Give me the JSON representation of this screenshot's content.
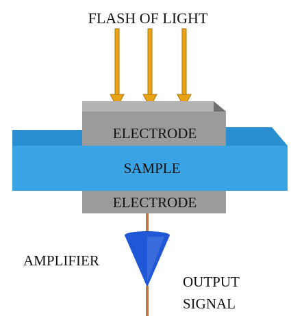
{
  "diagram": {
    "title": "FLASH OF LIGHT",
    "top_electrode_label": "ELECTRODE",
    "sample_label": "SAMPLE",
    "bottom_electrode_label": "ELECTRODE",
    "amplifier_label": "AMPLIFIER",
    "output_line1": "OUTPUT",
    "output_line2": "SIGNAL"
  },
  "colors": {
    "arrow": "#e8a317",
    "arrow_outline": "#a8740a",
    "electrode": "#9b9b9b",
    "electrode_dark": "#6f6f6f",
    "electrode_light": "#b4b4b4",
    "sample": "#3aa3e3",
    "sample_top": "#2a8fd0",
    "sample_side": "#1f7dbf",
    "wire": "#b87a4b",
    "amplifier": "#1f57d6"
  }
}
